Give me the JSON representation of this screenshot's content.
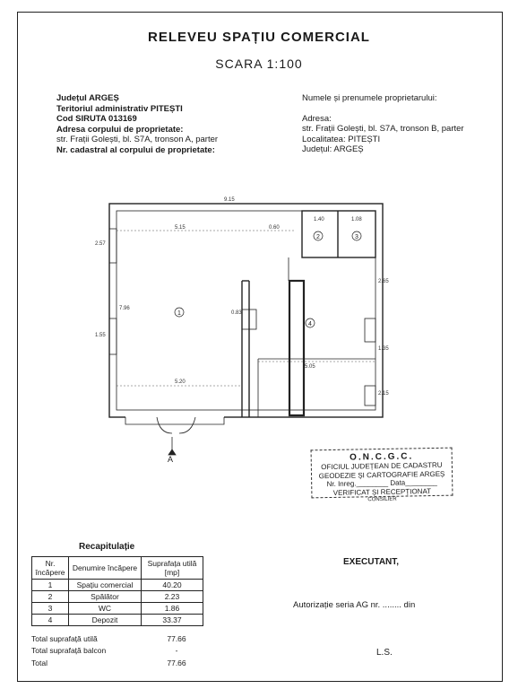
{
  "header": {
    "title": "RELEVEU SPAȚIU COMERCIAL",
    "scale": "SCARA 1:100"
  },
  "left_info": {
    "judet": "Județul  ARGEȘ",
    "teritoriu": "Teritoriul administrativ  PITEȘTI",
    "siruta": "Cod SIRUTA  013169",
    "adresa_label": "Adresa corpului de proprietate:",
    "adresa": "str. Frații Golești, bl. S7A, tronson A, parter",
    "cadastral": "Nr. cadastral al corpului de proprietate:"
  },
  "right_info": {
    "nume": "Numele și prenumele proprietarului:",
    "adresa_label": "Adresa:",
    "adresa": "str. Frații Golești, bl. S7A, tronson B, parter",
    "localitate": "Localitatea:  PITEȘTI",
    "judet": "Județul:  ARGEȘ"
  },
  "plan": {
    "rooms": [
      "1",
      "2",
      "3",
      "4"
    ],
    "dims": {
      "top_total": "9.15",
      "top_left": "5.15",
      "top_mid": "0.60",
      "top_wc1": "1.40",
      "top_wc2": "1.08",
      "left_h1": "2.57",
      "left_h2": "1.55",
      "left_h3": "7.96",
      "bottom_left": "5.20",
      "right_mid": "5.05",
      "right_h1": "2.65",
      "right_h2": "1.35",
      "right_h3": "2.15",
      "col": "0.83"
    },
    "section_mark": "A"
  },
  "stamp": {
    "line1": "O.N.C.G.C.",
    "line2": "OFICIUL JUDEȚEAN DE CADASTRU",
    "line3": "GEODEZIE ȘI CARTOGRAFIE ARGEȘ",
    "line4": "Nr. Inreg.________ Data________",
    "line5": "VERIFICAT ȘI RECEPȚIONAT",
    "line6": "CONSILIER"
  },
  "recap": {
    "title": "Recapitulație",
    "headers": [
      "Nr. încăpere",
      "Denumire încăpere",
      "Suprafața utilă [mp]"
    ],
    "rows": [
      [
        "1",
        "Spațiu comercial",
        "40.20"
      ],
      [
        "2",
        "Spălător",
        "2.23"
      ],
      [
        "3",
        "WC",
        "1.86"
      ],
      [
        "4",
        "Depozit",
        "33.37"
      ]
    ],
    "total_util_label": "Total suprafață utilă",
    "total_util": "77.66",
    "total_balcon_label": "Total suprafață balcon",
    "total_balcon": "-",
    "total_label": "Total",
    "total": "77.66"
  },
  "executant": "EXECUTANT,",
  "autorizatie": "Autorizație seria AG nr. ........ din",
  "ls": "L.S."
}
